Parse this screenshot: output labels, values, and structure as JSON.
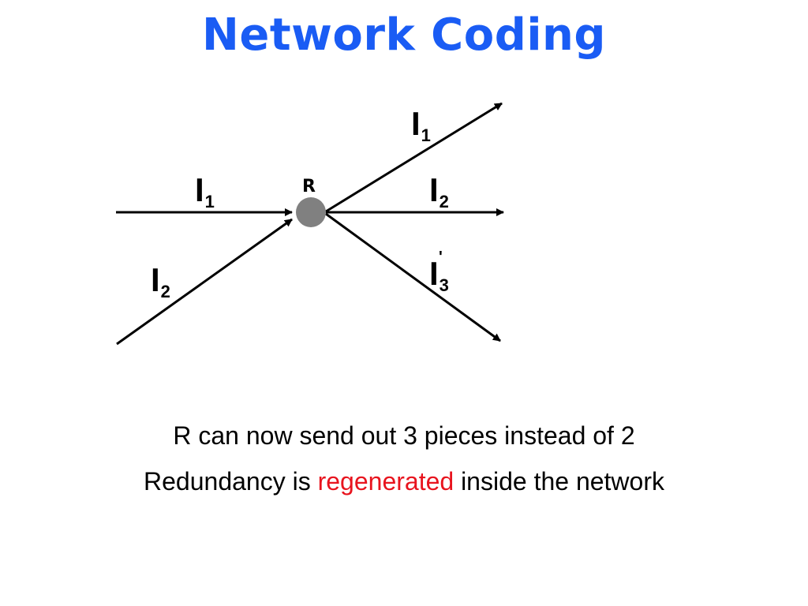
{
  "slide": {
    "title": "Network Coding",
    "title_color": "#1a5cf4",
    "highlight_color": "#e8141e"
  },
  "diagram": {
    "node": {
      "label": "R",
      "fill": "#808080"
    },
    "inputs": [
      {
        "id": "in1",
        "main": "I",
        "sub": "1"
      },
      {
        "id": "in2",
        "main": "I",
        "sub": "2"
      }
    ],
    "outputs": [
      {
        "id": "out1",
        "main": "I",
        "sub": "1"
      },
      {
        "id": "out2",
        "main": "I",
        "sub": "2"
      },
      {
        "id": "out3",
        "main": "I",
        "sub": "3",
        "prime": "'"
      }
    ]
  },
  "captions": {
    "line1": "R can now send out 3 pieces instead of 2",
    "line2_pre": "Redundancy is ",
    "line2_highlight": "regenerated",
    "line2_post": " inside the network"
  }
}
